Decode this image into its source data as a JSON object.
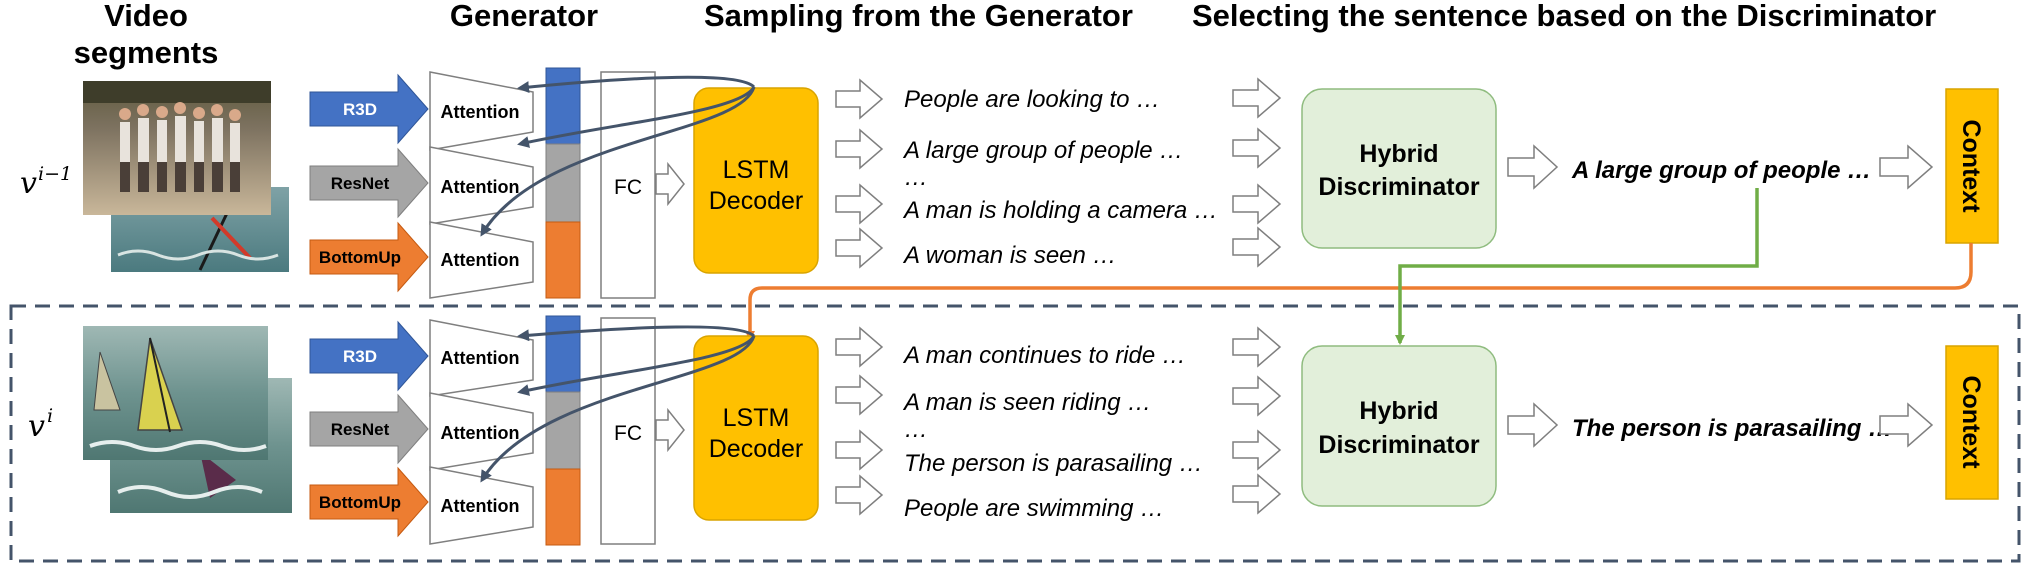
{
  "headers": {
    "video_segments": [
      "Video",
      "segments"
    ],
    "generator": "Generator",
    "sampling": "Sampling from the Generator",
    "selecting": "Selecting the sentence based on the Discriminator"
  },
  "features": [
    {
      "label": "R3D",
      "color": "#4472C4",
      "text_color": "#ffffff"
    },
    {
      "label": "ResNet",
      "color": "#A5A5A5",
      "text_color": "#000000"
    },
    {
      "label": "BottomUp",
      "color": "#ED7D31",
      "text_color": "#000000"
    }
  ],
  "attention_label": "Attention",
  "fc_label": "FC",
  "lstm_label": [
    "LSTM",
    "Decoder"
  ],
  "discriminator_label": [
    "Hybrid",
    "Discriminator"
  ],
  "context_label": "Context",
  "rows": [
    {
      "var": "v",
      "sup": "i−1",
      "candidates": [
        "People are looking to …",
        "A large group of people …",
        "…",
        "A man is holding a camera …",
        "A woman is seen …"
      ],
      "selected": "A large group of people …"
    },
    {
      "var": "v",
      "sup": "i",
      "candidates": [
        "A man continues to ride …",
        "A man is seen riding …",
        "…",
        "The person is parasailing …",
        "People are swimming …"
      ],
      "selected": "The person is parasailing …"
    }
  ],
  "colors": {
    "lstm_fill": "#FFC000",
    "discriminator_fill": "#E2EFDA",
    "discriminator_border": "#8FBC7F",
    "context_fill": "#FFC000",
    "orange_arrow": "#ED7D31",
    "green_arrow": "#70AD47",
    "attention_arrow": "#44546A",
    "dashed_border": "#44546A"
  }
}
